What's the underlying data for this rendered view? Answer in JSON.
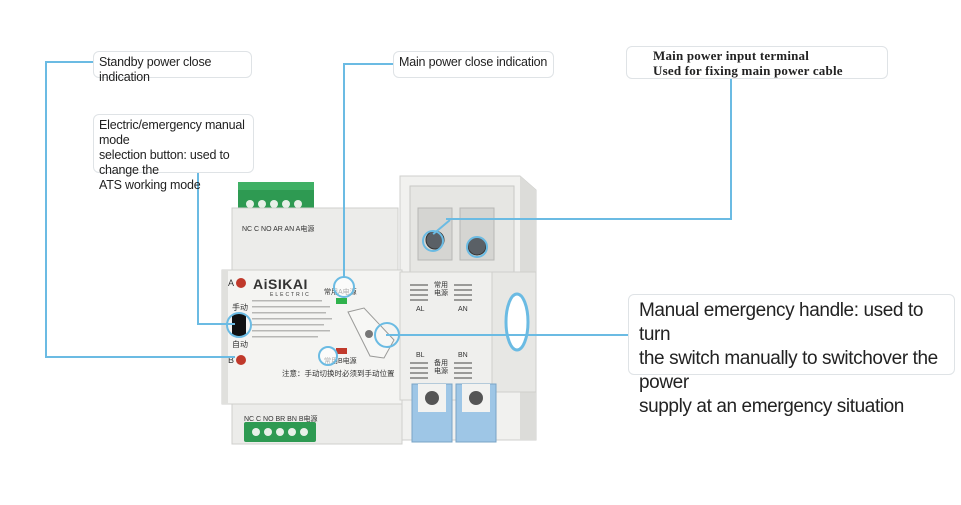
{
  "callouts": {
    "standby_close": "Standby power close indication",
    "main_close": "Main power close indication",
    "main_input_line1": "Main power input terminal",
    "main_input_line2": "Used for fixing main power cable",
    "mode_button_line1": "Electric/emergency manual mode",
    "mode_button_line2": "selection button: used to change the",
    "mode_button_line3": "ATS working mode",
    "handle_line1": "Manual emergency handle: used to turn",
    "handle_line2": "the switch manually to switchover the power",
    "handle_line3": "supply at an emergency situation"
  },
  "device": {
    "brand": "AiSIKAI",
    "brand_sub": "ELECTRIC",
    "top_terminal_labels": "NC  C  NO  AR  AN   A电源",
    "bottom_terminal_labels": "NC  C  NO  BR  BN   B电源",
    "indicator_a": "A",
    "indicator_b": "B",
    "mode_manual": "手动",
    "mode_auto": "自动",
    "main_power_tag": "常用A电源",
    "standby_power_tag": "常用B电源",
    "notice": "注意：手动切换时必须到手动位置",
    "label_al": "AL",
    "label_an": "AN",
    "label_bl": "BL",
    "label_bn": "BN",
    "common_power": "常用\n电源",
    "standby_power": "备用\n电源"
  },
  "colors": {
    "leader_line": "#6bbbe3",
    "terminal_green": "#2e9a52",
    "bottom_terminal_blue": "#9ec6e6",
    "indicator_red": "#c0392b",
    "indicator_green": "#2fb24c"
  }
}
